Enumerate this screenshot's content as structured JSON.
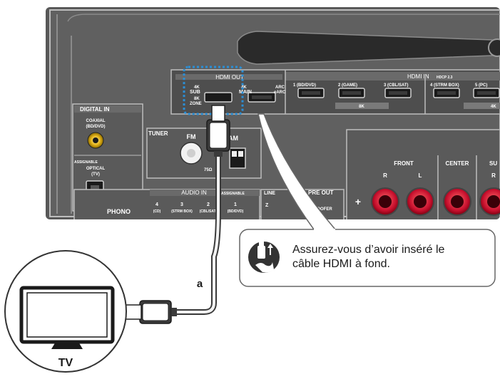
{
  "panel": {
    "hdmi_out": {
      "title": "HDMI OUT",
      "sub_lines": [
        "4K",
        "SUB",
        "8K",
        "ZONE"
      ],
      "main_lines": [
        "4K",
        "MAIN"
      ],
      "arc_lines": [
        "ARC",
        "eARC"
      ]
    },
    "hdmi_in": {
      "title": "HDMI IN",
      "title_badge": "HDCP 2.3",
      "ports": [
        "1 (BD/DVD)",
        "2 (GAME)",
        "3 (CBL/SAT)",
        "4 (STRM BOX)",
        "5 (PC)"
      ],
      "badge_8k": "8K",
      "badge_4k": "4K"
    },
    "digital_in": {
      "title": "DIGITAL IN",
      "coaxial": [
        "COAXIAL",
        "(BD/DVD)"
      ],
      "assignable": "ASSIGNABLE",
      "optical": [
        "OPTICAL",
        "(TV)"
      ]
    },
    "tuner": {
      "title": "TUNER",
      "fm": "FM",
      "am": "AM",
      "ohm": "75Ω"
    },
    "audio_in": {
      "title": "AUDIO IN",
      "assignable": "ASSIGNABLE",
      "phono": "PHONO",
      "channels": [
        {
          "num": "4",
          "label": "(CD)"
        },
        {
          "num": "3",
          "label": "(STRM BOX)"
        },
        {
          "num": "2",
          "label": "(CBL/SAT)"
        },
        {
          "num": "1",
          "label": "(BD/DVD)"
        }
      ]
    },
    "line_out": {
      "title": "LINE",
      "zone": "Z"
    },
    "pre_out": {
      "title": "PRE OUT",
      "subwoofer": "SUBWOOFER"
    },
    "speakers": {
      "front": "FRONT",
      "center": "CENTER",
      "surround": "SU",
      "r": "R",
      "l": "L",
      "plus": "+"
    }
  },
  "callout": {
    "lines": [
      "Assurez-vous d’avoir inséré le",
      "câble HDMI à fond."
    ]
  },
  "cable_label": "a",
  "tv_label": "TV",
  "colors": {
    "terminal_red": "#c8102e",
    "highlight_blue": "#2b8fd6",
    "panel_gray": "#5c5c5c",
    "panel_dark": "#3a3a3a"
  }
}
